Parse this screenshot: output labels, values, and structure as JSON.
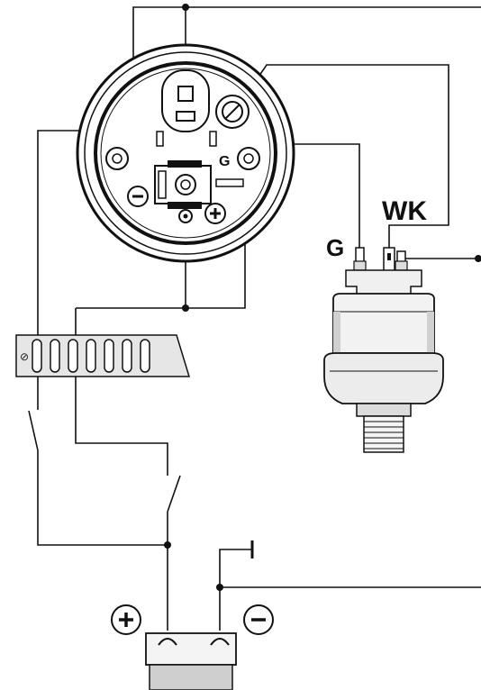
{
  "labels": {
    "wk": "WK",
    "g_sender": "G",
    "g_gauge": "G",
    "plus_gauge": "+",
    "minus_gauge": "−",
    "battery_plus": "+",
    "battery_minus": "−"
  },
  "colors": {
    "line": "#111111",
    "fill_light": "#ececec",
    "fill_mid": "#d6d6d6",
    "fill_dark": "#9a9a9a"
  }
}
